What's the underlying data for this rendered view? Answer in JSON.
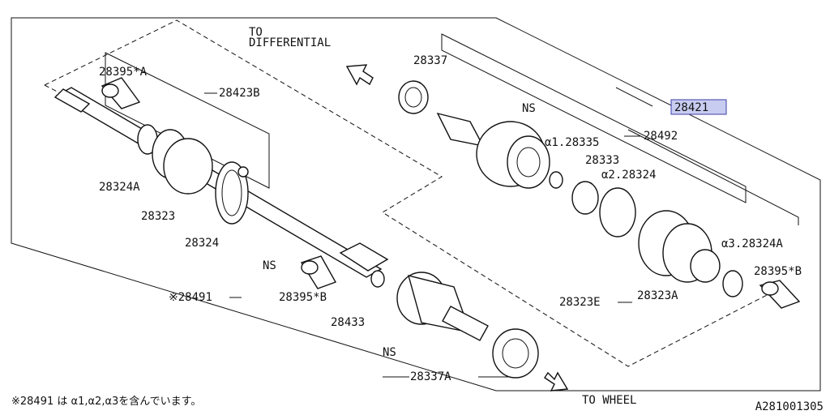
{
  "directions": {
    "to_differential_line1": "TO",
    "to_differential_line2": "DIFFERENTIAL",
    "to_wheel": "TO WHEEL"
  },
  "callouts": {
    "p28421": "28421",
    "p28337": "28337",
    "p28395a": "28395*A",
    "p28423b": "28423B",
    "ns_top": "NS",
    "a1": "α1.28335",
    "p28492": "28492",
    "p28333": "28333",
    "a2": "α2.28324",
    "p28324a": "28324A",
    "p28323": "28323",
    "p28324": "28324",
    "a3": "α3.28324A",
    "p28395b_right": "28395*B",
    "ns_mid": "NS",
    "p28491": "※28491",
    "p28395b_mid": "28395*B",
    "p28323e": "28323E",
    "p28323a": "28323A",
    "p28433": "28433",
    "ns_bottom": "NS",
    "p28337a": "28337A"
  },
  "footnote": "※28491 は α1,α2,α3を含んでいます。",
  "diagram_code": "A281001305"
}
